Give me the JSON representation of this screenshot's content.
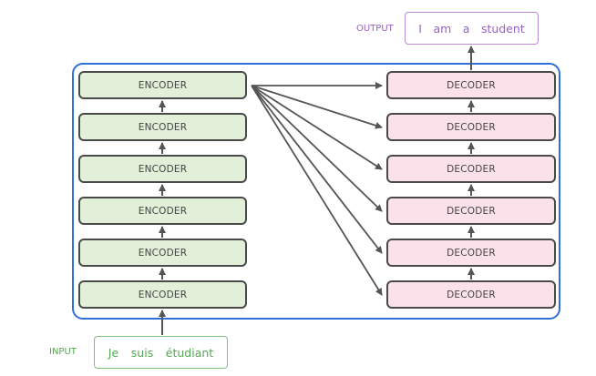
{
  "encoders": [
    "ENCODER",
    "ENCODER",
    "ENCODER",
    "ENCODER",
    "ENCODER",
    "ENCODER"
  ],
  "decoders": [
    "DECODER",
    "DECODER",
    "DECODER",
    "DECODER",
    "DECODER",
    "DECODER"
  ],
  "output": {
    "label": "OUTPUT",
    "tokens": [
      "I",
      "am",
      "a",
      "student"
    ]
  },
  "input": {
    "label": "INPUT",
    "tokens": [
      "Je",
      "suis",
      "étudiant"
    ]
  },
  "colors": {
    "frame": "#2f6fd7",
    "encoder_fill": "#e2efd9",
    "decoder_fill": "#fbe2ea",
    "arrow": "#555555",
    "output": "#9a5fc4",
    "input": "#54a852"
  }
}
